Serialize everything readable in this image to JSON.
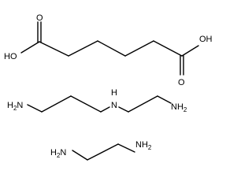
{
  "molecules": [
    {
      "labels": {
        "left_hydroxyl": "HO",
        "right_hydroxyl": "OH",
        "left_carbonyl_oxygen": "O",
        "right_carbonyl_oxygen": "O"
      }
    },
    {
      "labels": {
        "left_amine": "H2N",
        "center_amine": "H",
        "center_amine_n": "N",
        "right_amine": "NH2"
      }
    },
    {
      "labels": {
        "left_amine": "H2N",
        "right_amine": "NH2"
      }
    }
  ],
  "colors": {
    "bond": "#000000",
    "label": "#000000",
    "background": "#ffffff"
  }
}
